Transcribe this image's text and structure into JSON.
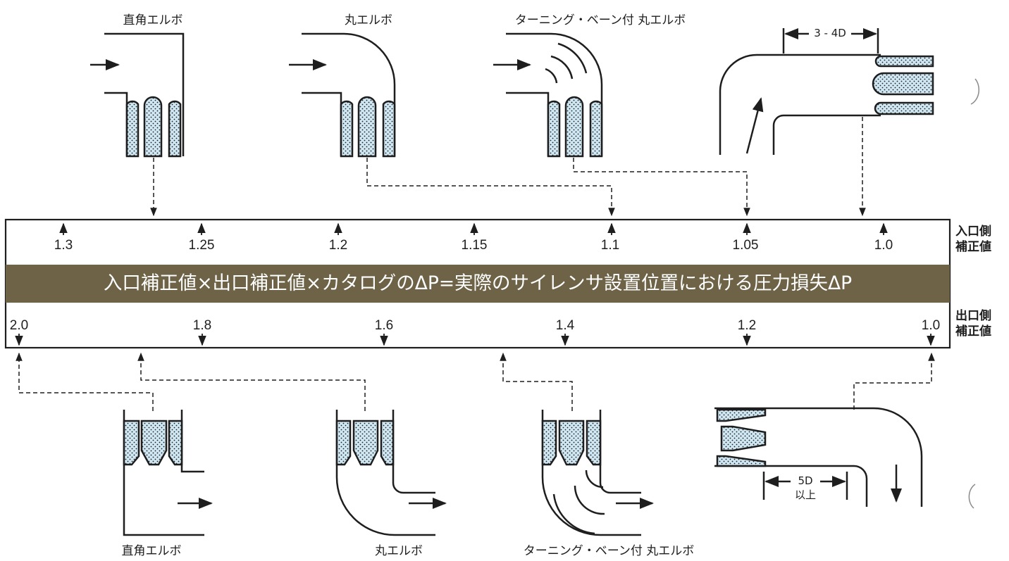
{
  "labels": {
    "top": [
      "直角エルボ",
      "丸エルボ",
      "ターニング・ベーン付 丸エルボ"
    ],
    "bottom": [
      "直角エルボ",
      "丸エルボ",
      "ターニング・ベーン付 丸エルボ"
    ]
  },
  "inlet_scale": {
    "side_label_1": "入口側",
    "side_label_2": "補正値",
    "ticks": [
      "1.3",
      "1.25",
      "1.2",
      "1.15",
      "1.1",
      "1.05",
      "1.0"
    ]
  },
  "outlet_scale": {
    "side_label_1": "出口側",
    "side_label_2": "補正値",
    "ticks": [
      "2.0",
      "1.8",
      "1.6",
      "1.4",
      "1.2",
      "1.0"
    ]
  },
  "formula": "入口補正値×出口補正値×カタログのΔP=実際のサイレンサ設置位置における圧力損失ΔP",
  "dimensions": {
    "inlet_straight": "3 - 4D",
    "outlet_straight_1": "5D",
    "outlet_straight_2": "以上"
  },
  "colors": {
    "banner": "#6f6347",
    "splitter_fill": "#cfe6f3",
    "line": "#1e1e1e"
  }
}
